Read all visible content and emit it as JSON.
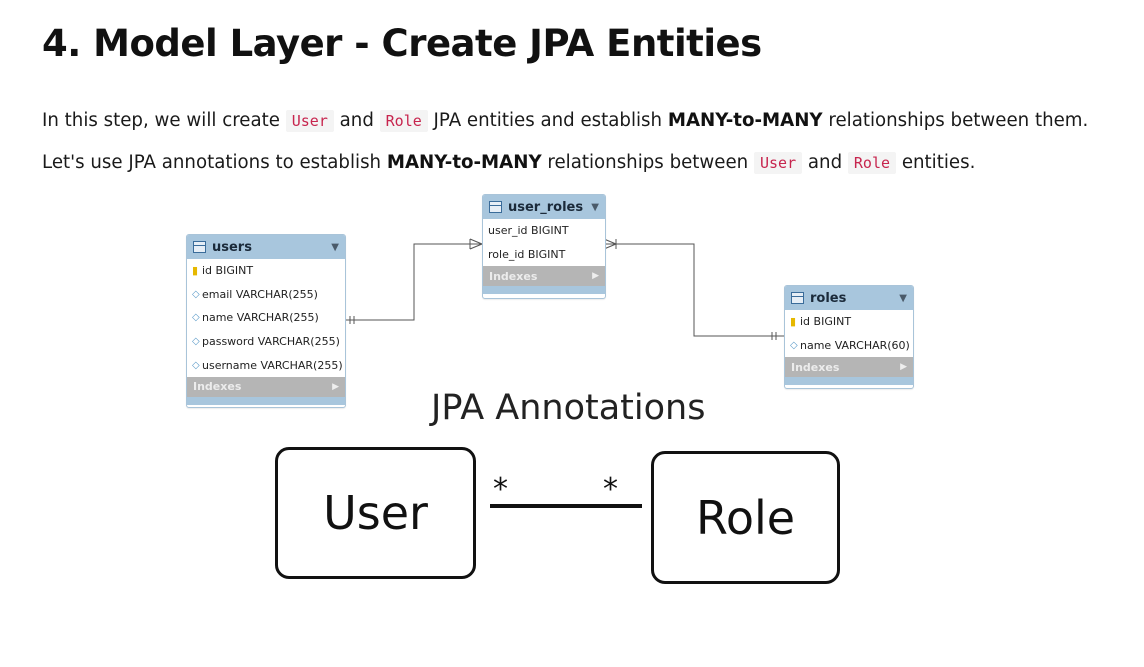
{
  "heading": "4. Model Layer - Create JPA Entities",
  "paragraph": {
    "s1_a": "In this step, we will create ",
    "code_user": "User",
    "and": " and ",
    "code_role": "Role",
    "s1_b": " JPA entities and establish ",
    "bold": "MANY-to-MANY",
    "s1_c": " relationships between them. Let's use JPA annotations to establish ",
    "s2_a": " relationships between ",
    "s2_end": " entities."
  },
  "er_diagram": {
    "users": {
      "name": "users",
      "columns": [
        "id BIGINT",
        "email VARCHAR(255)",
        "name VARCHAR(255)",
        "password VARCHAR(255)",
        "username VARCHAR(255)"
      ],
      "indexes_label": "Indexes"
    },
    "user_roles": {
      "name": "user_roles",
      "columns": [
        "user_id BIGINT",
        "role_id BIGINT"
      ],
      "indexes_label": "Indexes"
    },
    "roles": {
      "name": "roles",
      "columns": [
        "id BIGINT",
        "name VARCHAR(60)"
      ],
      "indexes_label": "Indexes"
    }
  },
  "annotations": {
    "title": "JPA Annotations",
    "left_entity": "User",
    "right_entity": "Role",
    "left_multiplicity": "*",
    "right_multiplicity": "*"
  },
  "colors": {
    "code_text": "#c7254e",
    "code_bg": "#f4f4f4",
    "er_header": "#a8c6dd",
    "er_index_bar": "#b5b5b5",
    "primary_key": "#e6b800"
  }
}
